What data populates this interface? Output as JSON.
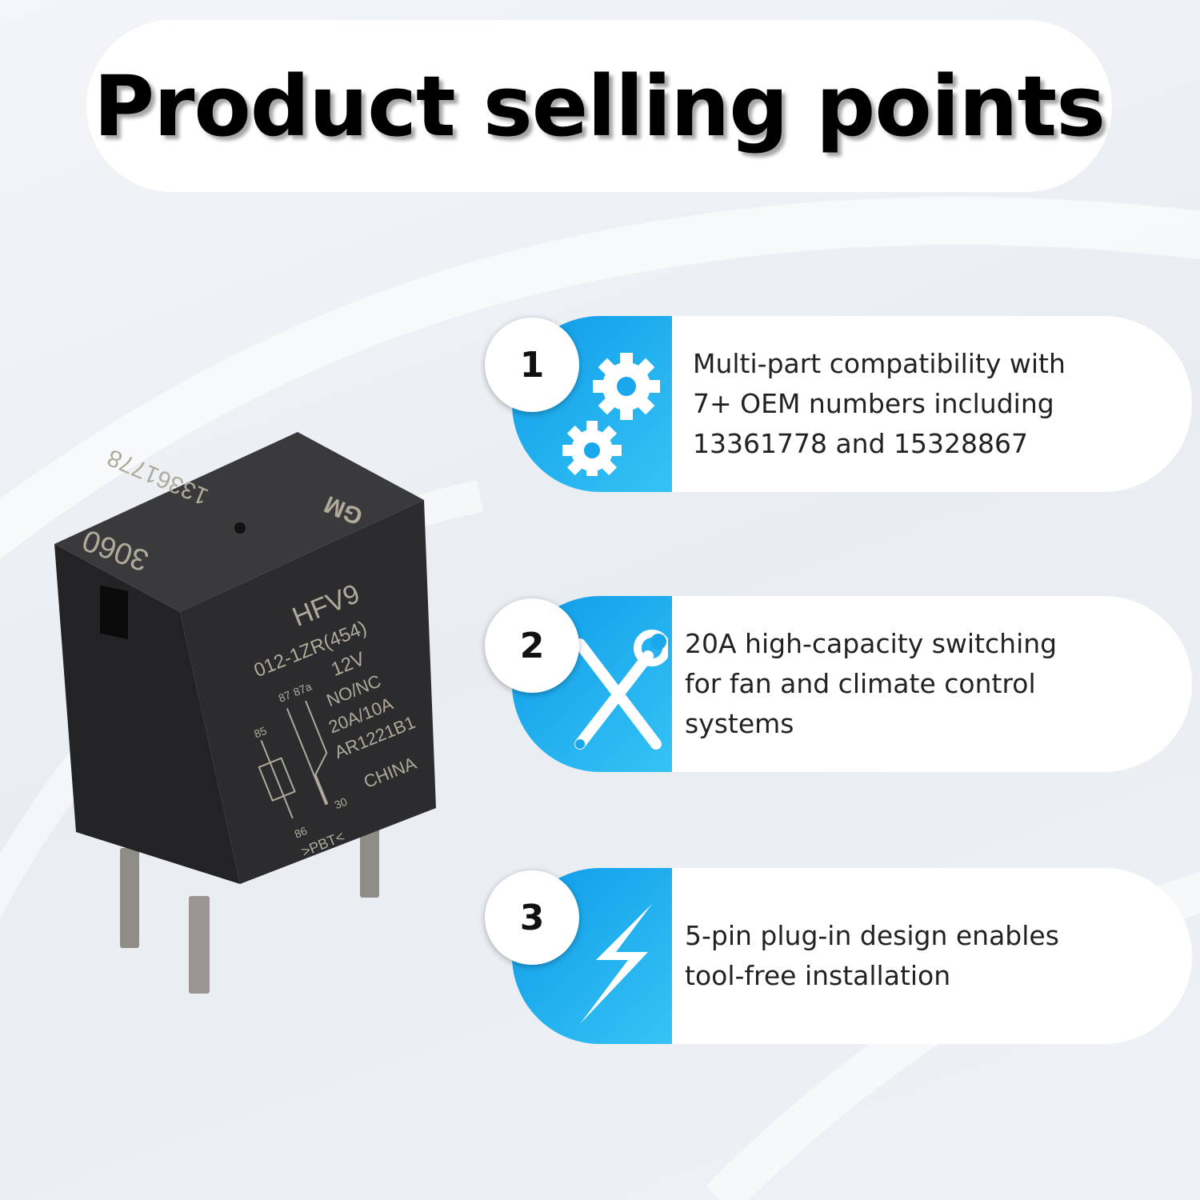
{
  "title": "Product selling points",
  "accent_color": "#1aa7ec",
  "product": {
    "markings": {
      "top_left": "3060",
      "top_number": "13361778",
      "brand_logo": "GM",
      "model": "HFV9",
      "part": "012-1ZR(454)",
      "voltage": "12V",
      "contact": "NO/NC",
      "rating": "20A/10A",
      "code": "AR1221B1",
      "origin": "CHINA",
      "material": ">PBT<",
      "pins": [
        "85",
        "87",
        "87a",
        "86",
        "30"
      ]
    }
  },
  "points": [
    {
      "number": "1",
      "icon": "gears-icon",
      "lines": [
        "Multi-part compatibility with",
        "7+ OEM numbers including",
        "13361778 and 15328867"
      ]
    },
    {
      "number": "2",
      "icon": "tools-icon",
      "lines": [
        "20A high-capacity switching",
        "for fan and climate control",
        "systems"
      ]
    },
    {
      "number": "3",
      "icon": "lightning-icon",
      "lines": [
        "5-pin plug-in design enables",
        "tool-free installation"
      ]
    }
  ]
}
